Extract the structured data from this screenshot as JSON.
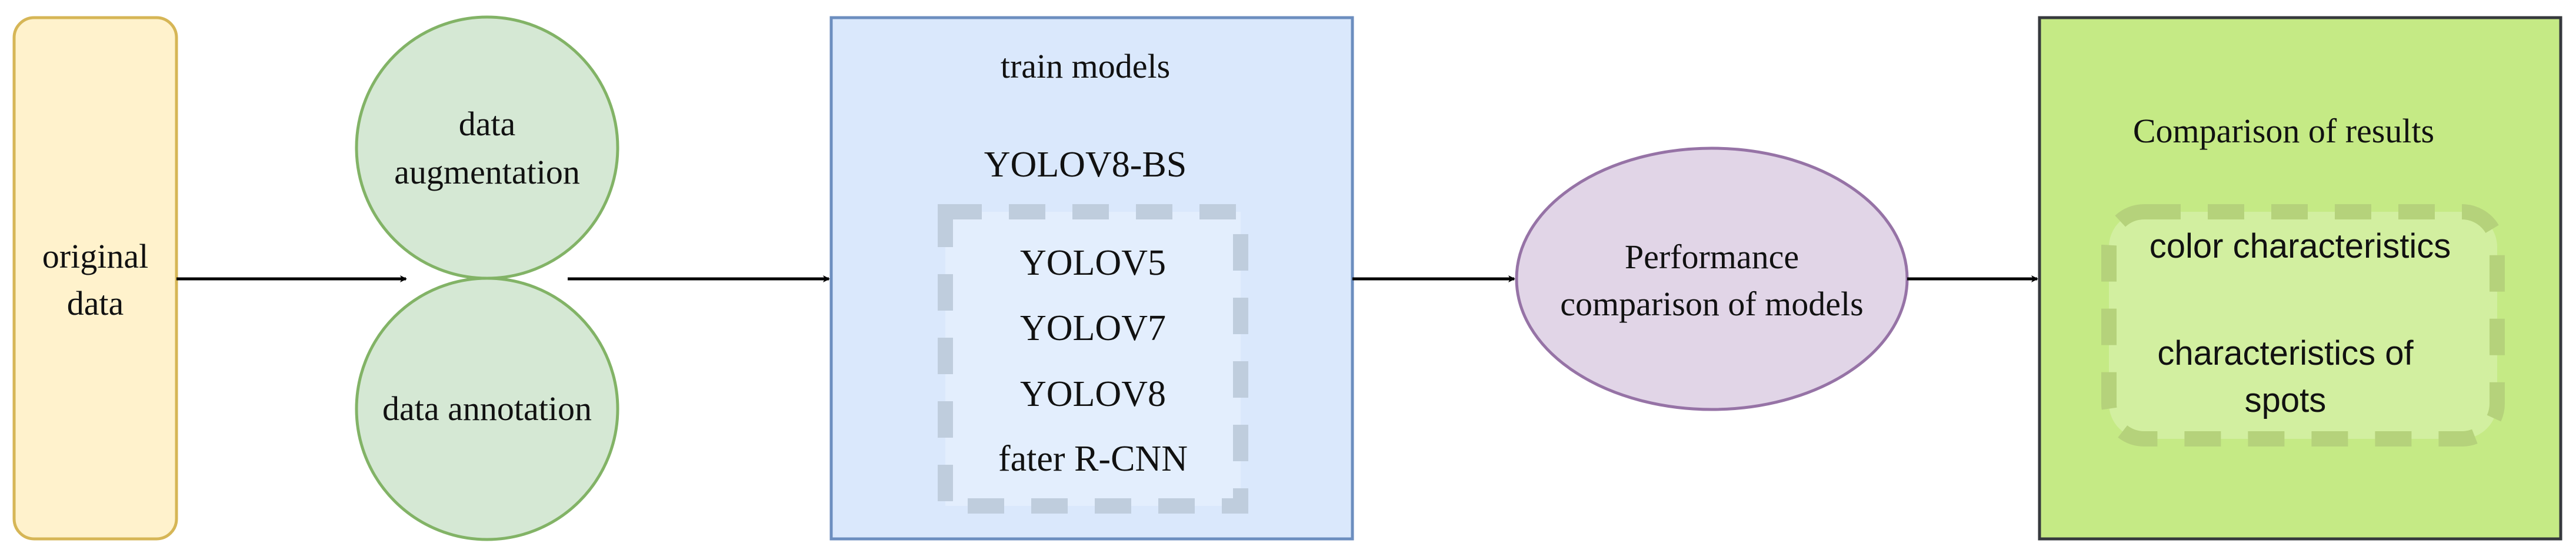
{
  "nodes": {
    "original_data": {
      "lines": [
        "original",
        "data"
      ]
    },
    "data_augmentation": {
      "lines": [
        "data",
        "augmentation"
      ]
    },
    "data_annotation": {
      "lines": [
        "data annotation"
      ]
    },
    "train_models": {
      "title": "train models",
      "primary_model": "YOLOV8-BS",
      "compared_models": [
        "YOLOV5",
        "YOLOV7",
        "YOLOV8",
        "fater R-CNN"
      ]
    },
    "performance": {
      "lines": [
        "Performance",
        "comparison of models"
      ]
    },
    "results": {
      "title": "Comparison of results",
      "items": [
        "color characteristics",
        "characteristics of",
        "spots"
      ]
    }
  },
  "colors": {
    "orange_fill": "#fff2cc",
    "orange_stroke": "#d6b656",
    "green_fill": "#d5e8d4",
    "green_stroke": "#82b366",
    "blue_fill": "#dae8fc",
    "blue_stroke": "#6c8ebf",
    "purple_fill": "#e1d5e7",
    "purple_stroke": "#9673a6",
    "lime_fill": "#c5ea85",
    "lime_stroke": "#36393d",
    "arrow": "#000000"
  }
}
